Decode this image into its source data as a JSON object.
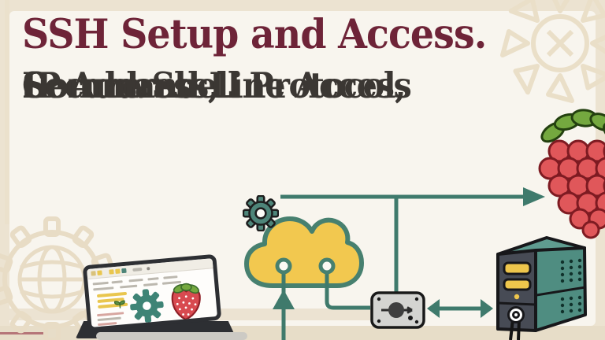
{
  "title": "SSH Setup and Access.",
  "subtitle_lines": [
    "Secure Shell Protocol,",
    "IP Address,",
    "Command Line Access"
  ],
  "colors": {
    "background": "#ece3d1",
    "card": "#f8f5ee",
    "bottom_band": "#e7ddc8",
    "title_maroon": "#6e2438",
    "subtitle_gray": "#3b3733",
    "teal_accent": "#3f7a6c",
    "cloud_yellow": "#f2c84f",
    "server_front_dark": "#474b55",
    "server_side_teal": "#55928631",
    "bay_yellow": "#eec64c",
    "berry_red": "#e0575a",
    "leaf_green": "#74a83f",
    "plate_gray": "#d4d4d1",
    "decor_beige": "#e9dfc8"
  },
  "diagram": {
    "nodes": [
      "laptop-browser",
      "gear",
      "cloud",
      "keyhole-plate",
      "server-tower",
      "raspberry"
    ],
    "connections": [
      "horizontal line from gear/cloud area with right-arrow to raspberry",
      "vertical branch from horizontal line down to keyhole-plate",
      "up-arrow line rising from bottom into cloud left port",
      "cloud right port line down and right into keyhole-plate",
      "double-headed arrow between keyhole-plate and server-tower"
    ]
  },
  "icons": [
    {
      "name": "gear-icon"
    },
    {
      "name": "cloud-icon"
    },
    {
      "name": "laptop-icon"
    },
    {
      "name": "raspberry-icon"
    },
    {
      "name": "server-icon"
    },
    {
      "name": "keyhole-plate-icon"
    },
    {
      "name": "strawberry-icon"
    },
    {
      "name": "sprout-icon"
    },
    {
      "name": "right-arrow-icon"
    },
    {
      "name": "up-arrow-icon"
    },
    {
      "name": "double-arrow-icon"
    },
    {
      "name": "sun-motif-icon"
    },
    {
      "name": "gear-globe-motif-icon"
    }
  ]
}
